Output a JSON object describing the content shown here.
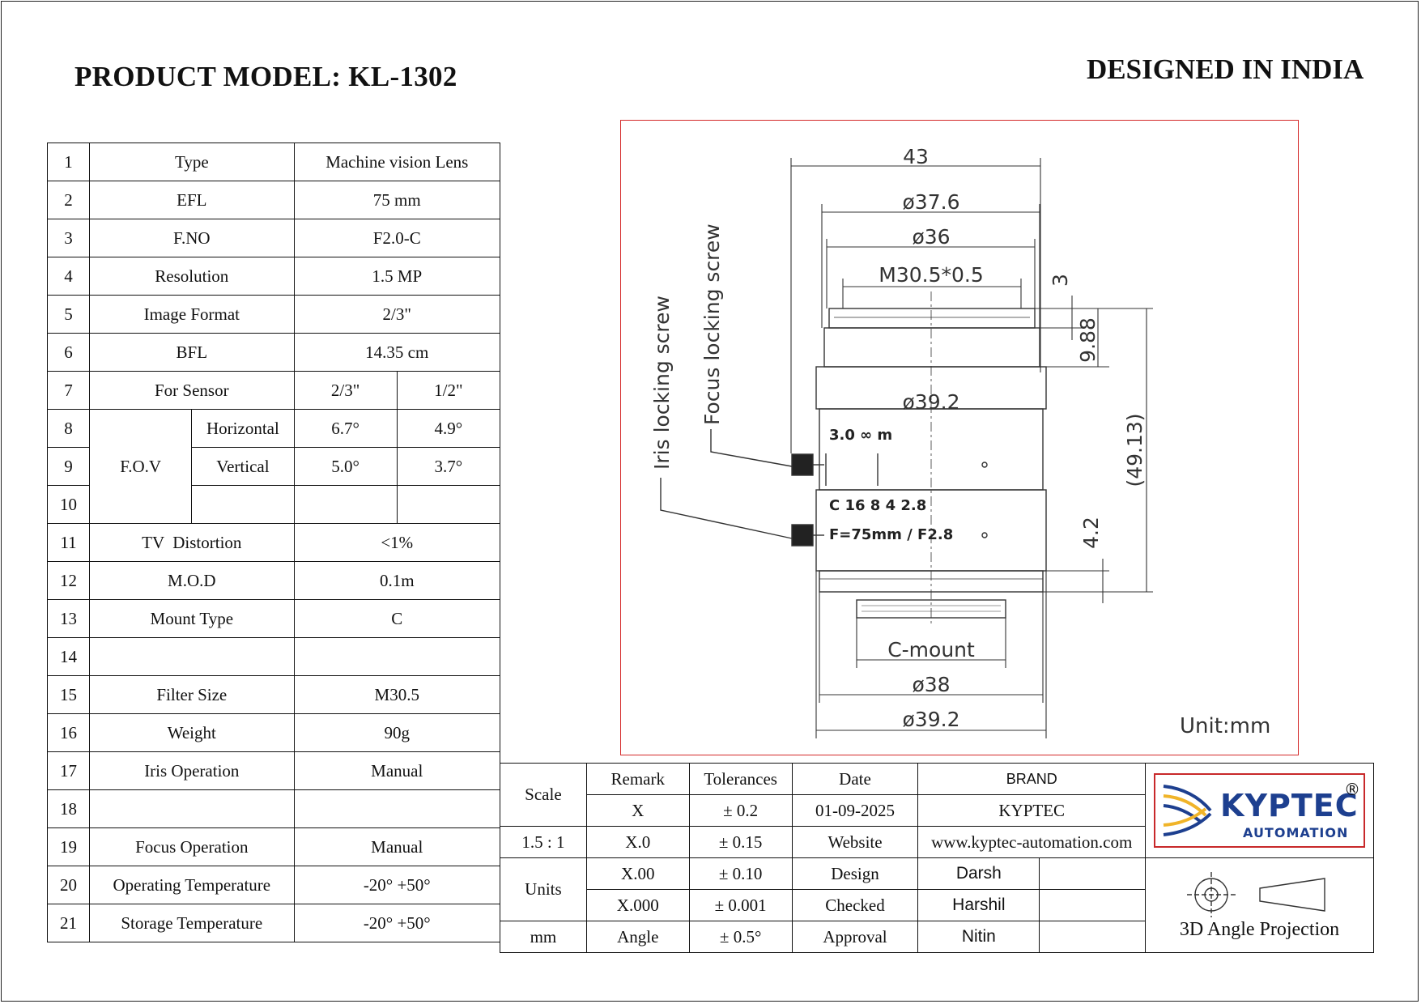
{
  "header": {
    "product_model": "PRODUCT MODEL: KL-1302",
    "designed_in": "DESIGNED IN INDIA"
  },
  "specs": {
    "rows": [
      {
        "no": "1",
        "label": "Type",
        "value": "Machine vision Lens"
      },
      {
        "no": "2",
        "label": "EFL",
        "value": "75 mm"
      },
      {
        "no": "3",
        "label": "F.NO",
        "value": "F2.0-C"
      },
      {
        "no": "4",
        "label": "Resolution",
        "value": "1.5 MP"
      },
      {
        "no": "5",
        "label": "Image Format",
        "value": "2/3\""
      },
      {
        "no": "6",
        "label": "BFL",
        "value": "14.35 cm"
      }
    ],
    "sensor": {
      "no": "7",
      "label": "For Sensor",
      "col1": "2/3\"",
      "col2": "1/2\""
    },
    "fov": {
      "label": "F.O.V",
      "horizontal": {
        "no": "8",
        "label": "Horizontal",
        "v1": "6.7°",
        "v2": "4.9°"
      },
      "vertical": {
        "no": "9",
        "label": "Vertical",
        "v1": "5.0°",
        "v2": "3.7°"
      },
      "blank": {
        "no": "10"
      }
    },
    "rows2": [
      {
        "no": "11",
        "label": "TV  Distortion",
        "value": "<1%"
      },
      {
        "no": "12",
        "label": "M.O.D",
        "value": "0.1m"
      },
      {
        "no": "13",
        "label": "Mount Type",
        "value": "C"
      },
      {
        "no": "14",
        "label": "",
        "value": ""
      },
      {
        "no": "15",
        "label": "Filter Size",
        "value": "M30.5"
      },
      {
        "no": "16",
        "label": "Weight",
        "value": "90g"
      },
      {
        "no": "17",
        "label": "Iris Operation",
        "value": "Manual"
      },
      {
        "no": "18",
        "label": "",
        "value": ""
      },
      {
        "no": "19",
        "label": "Focus Operation",
        "value": "Manual"
      },
      {
        "no": "20",
        "label": "Operating Temperature",
        "value": "-20° +50°"
      },
      {
        "no": "21",
        "label": "Storage Temperature",
        "value": "-20° +50°"
      }
    ]
  },
  "drawing": {
    "dim_43": "43",
    "dim_376": "ø37.6",
    "dim_36": "ø36",
    "dim_m305": "M30.5*0.5",
    "dim_3": "3",
    "dim_988": "9.88",
    "dim_4913": "(49.13)",
    "dim_42": "4.2",
    "dim_392_top": "ø39.2",
    "dim_38": "ø38",
    "dim_392_bot": "ø39.2",
    "c_mount": "C-mount",
    "focus_scale": "3.0   ∞ m",
    "iris_scale": "C 16 8 4  2.8",
    "lens_marking": "F=75mm / F2.8",
    "iris_screw": "Iris locking screw",
    "focus_screw": "Focus locking screw",
    "unit": "Unit:mm"
  },
  "title_block": {
    "scale_label": "Scale",
    "scale_value": "1.5 : 1",
    "units_label": "Units",
    "units_value": "mm",
    "remark_h": "Remark",
    "tol_h": "Tolerances",
    "date_h": "Date",
    "brand_h": "BRAND",
    "rows": [
      {
        "remark": "X",
        "tol": "± 0.2",
        "key": "01-09-2025",
        "val": "KYPTEC"
      },
      {
        "remark": "X.0",
        "tol": "± 0.15",
        "key": "Website",
        "val": "www.kyptec-automation.com"
      },
      {
        "remark": "X.00",
        "tol": "± 0.10",
        "key": "Design",
        "val": "Darsh"
      },
      {
        "remark": "X.000",
        "tol": "± 0.001",
        "key": "Checked",
        "val": "Harshil"
      },
      {
        "remark": "Angle",
        "tol": "± 0.5°",
        "key": "Approval",
        "val": "Nitin"
      }
    ],
    "logo_text": "KYPTEC",
    "logo_sub": "AUTOMATION",
    "logo_reg": "®",
    "projection": "3D Angle Projection"
  }
}
